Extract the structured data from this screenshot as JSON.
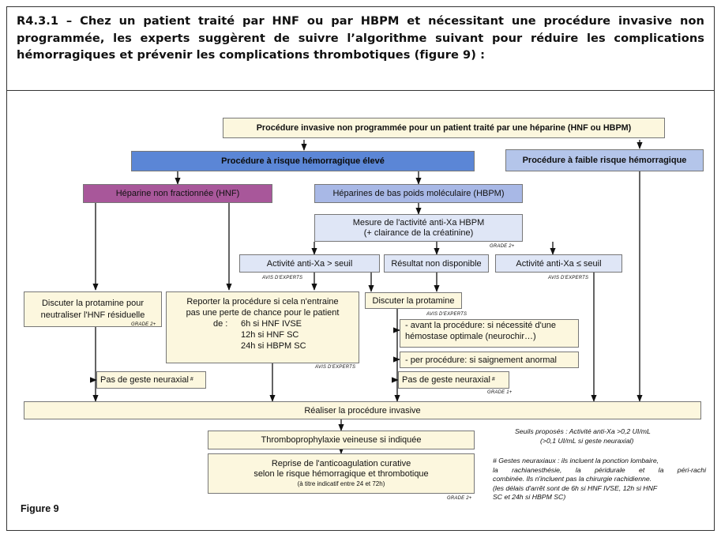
{
  "header": {
    "text": "R4.3.1 – Chez un patient traité par HNF ou par HBPM et nécessitant une procédure invasive non programmée, les experts suggèrent de suivre l’algorithme suivant pour réduire les complications hémorragiques et prévenir les complications thrombotiques (figure 9) :"
  },
  "diagram": {
    "top": "Procédure invasive non programmée pour un patient traité par une héparine (HNF ou HBPM)",
    "high_risk": "Procédure à risque hémorragique élevé",
    "low_risk": "Procédure à faible risque hémorragique",
    "hnf": "Héparine non fractionnée (HNF)",
    "hbpm": "Héparines de bas poids moléculaire (HBPM)",
    "mesure_line1": "Mesure de l'activité anti-Xa HBPM",
    "mesure_line2": "(+ clairance de la créatinine)",
    "grade_mesure": "GRADE 2+",
    "antixa_high": "Activité anti-Xa > seuil",
    "not_available": "Résultat non disponible",
    "antixa_low": "Activité anti-Xa ≤ seuil",
    "avis_1": "AVIS D'EXPERTS",
    "avis_2": "AVIS D'EXPERTS",
    "protamine_hnf_line1": "Discuter la protamine pour",
    "protamine_hnf_line2": "neutraliser l'HNF résiduelle",
    "grade_protamine_hnf": "GRADE 2+",
    "reporter_line1": "Reporter la procédure si cela n'entraine",
    "reporter_line2": "pas une perte de chance pour le patient",
    "reporter_de": "de :",
    "reporter_delay1": "6h si HNF IVSE",
    "reporter_delay2": "12h si HNF SC",
    "reporter_delay3": "24h si HBPM SC",
    "avis_reporter": "AVIS D'EXPERTS",
    "discuss_protamine": "Discuter la protamine",
    "avis_protamine": "AVIS D'EXPERTS",
    "before_line1": "- avant la procédure: si nécessité d'une",
    "before_line2": "hémostase optimale (neurochir…)",
    "during": "- per procédure: si saignement anormal",
    "no_neuraxial_left": "Pas de geste neuraxial",
    "no_neuraxial_right": "Pas de geste neuraxial",
    "footnote_mark": "#",
    "grade_neuraxial": "GRADE 1+",
    "perform": "Réaliser la procédure invasive",
    "thrombo": "Thromboprophylaxie veineuse si indiquée",
    "resume_line1": "Reprise de l'anticoagulation curative",
    "resume_line2": "selon le risque hémorragique et thrombotique",
    "resume_line3": "(à titre indicatif entre 24 et 72h)",
    "grade_resume": "GRADE 2+",
    "seuils_line1": "Seuils proposés : Activité anti-Xa >0,2 UI/mL",
    "seuils_line2": "(>0,1 UI/mL si geste neuraxial)",
    "note_line1": "# Gestes neuraxiaux : ils incluent la ponction lombaire,",
    "note_line2": "la rachianesthésie, la péridurale et la péri-rachi",
    "note_line3": "combinée. Ils n'incluent pas la chirurgie rachidienne.",
    "note_line4": "(les délais d'arrêt sont de 6h si HNF IVSE, 12h si HNF",
    "note_line5": "SC et 24h si HBPM SC)",
    "figure_label": "Figure 9"
  },
  "colors": {
    "high_risk": "#5b86d6",
    "low_risk": "#b4c5ea",
    "hnf": "#a8579a",
    "hbpm": "#a8b8e6",
    "info_box": "#dfe6f6",
    "action_box": "#fcf7de"
  }
}
